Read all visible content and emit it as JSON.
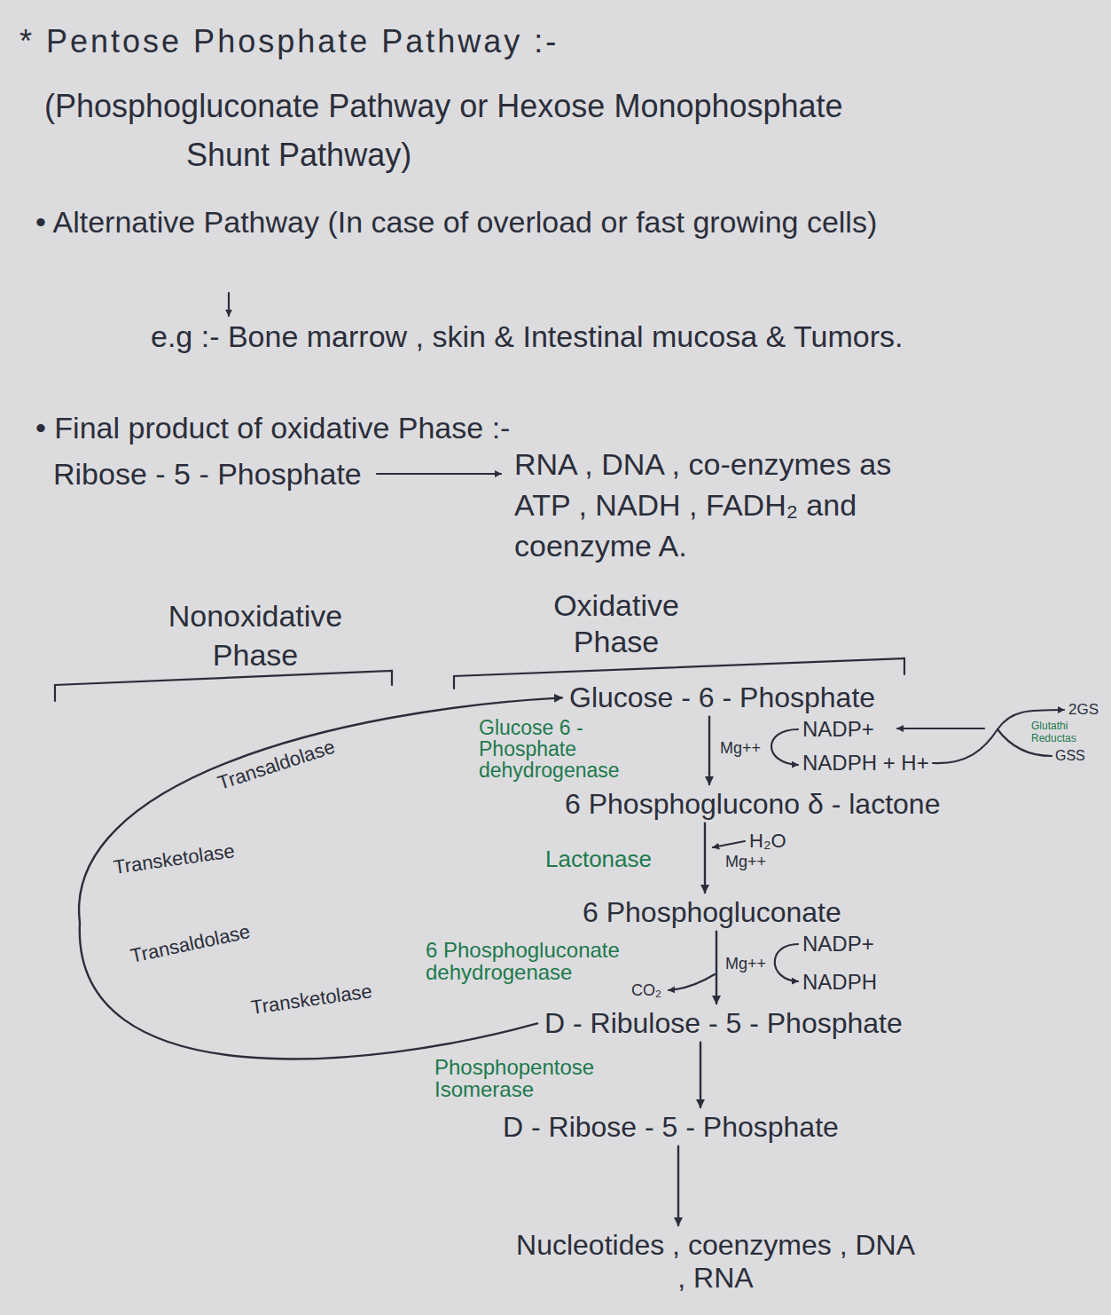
{
  "diagram": {
    "title": "* Pentose Phosphate Pathway :-",
    "nodes": [
      {
        "text": [
          "Glucose - 6 - Phosphate"
        ]
      },
      {
        "text": [
          "6 Phosphoglucono δ - lactone"
        ]
      },
      {
        "text": [
          "6 Phosphogluconate"
        ]
      },
      {
        "text": [
          "D - Ribulose - 5 - Phosphate"
        ]
      },
      {
        "text": [
          "D - Ribose - 5 - Phosphate"
        ]
      },
      {
        "text": [
          "Nucleotides , coenzymes , DNA , RNA"
        ]
      }
    ],
    "edges": [
      {
        "from": 0,
        "to": 1,
        "arrow": "to",
        "label": "Glucose 6 - Phosphate dehydrogenase"
      },
      {
        "from": 1,
        "to": 2,
        "arrow": "to",
        "label": "Lactonase"
      },
      {
        "from": 2,
        "to": 3,
        "arrow": "to",
        "label": "6 Phosphogluconate dehydrogenase"
      },
      {
        "from": 3,
        "to": 4,
        "arrow": "to",
        "label": "Phosphopentose Isomerase"
      },
      {
        "from": 4,
        "to": 5,
        "arrow": "to"
      },
      {
        "from": 3,
        "to": 0,
        "arrow": "to"
      }
    ],
    "labels": [
      "(Phosphogluconate Pathway or Hexose Monophosphate Shunt Pathway)",
      "• Alternative Pathway (In case of overload or fast growing cells)",
      "e.g :- Bone marrow , skin & Intestinal mucosa & Tumors.",
      "• Final product of oxidative Phase :-",
      "Ribose - 5 - Phosphate",
      "RNA , DNA , co-enzymes as ATP , NADH , FADH₂ and coenzyme A.",
      "Nonoxidative Phase",
      "Oxidative Phase",
      "NADP+",
      "Mg++",
      "NADPH + H+",
      "2GS",
      "Glutathi",
      "Reductas",
      "GSS",
      "H₂O",
      "Mg++",
      "NADP+",
      "Mg++",
      "NADPH",
      "CO₂",
      "Transaldolase",
      "Transketolase",
      "Transaldolase",
      "Transketolase"
    ]
  }
}
